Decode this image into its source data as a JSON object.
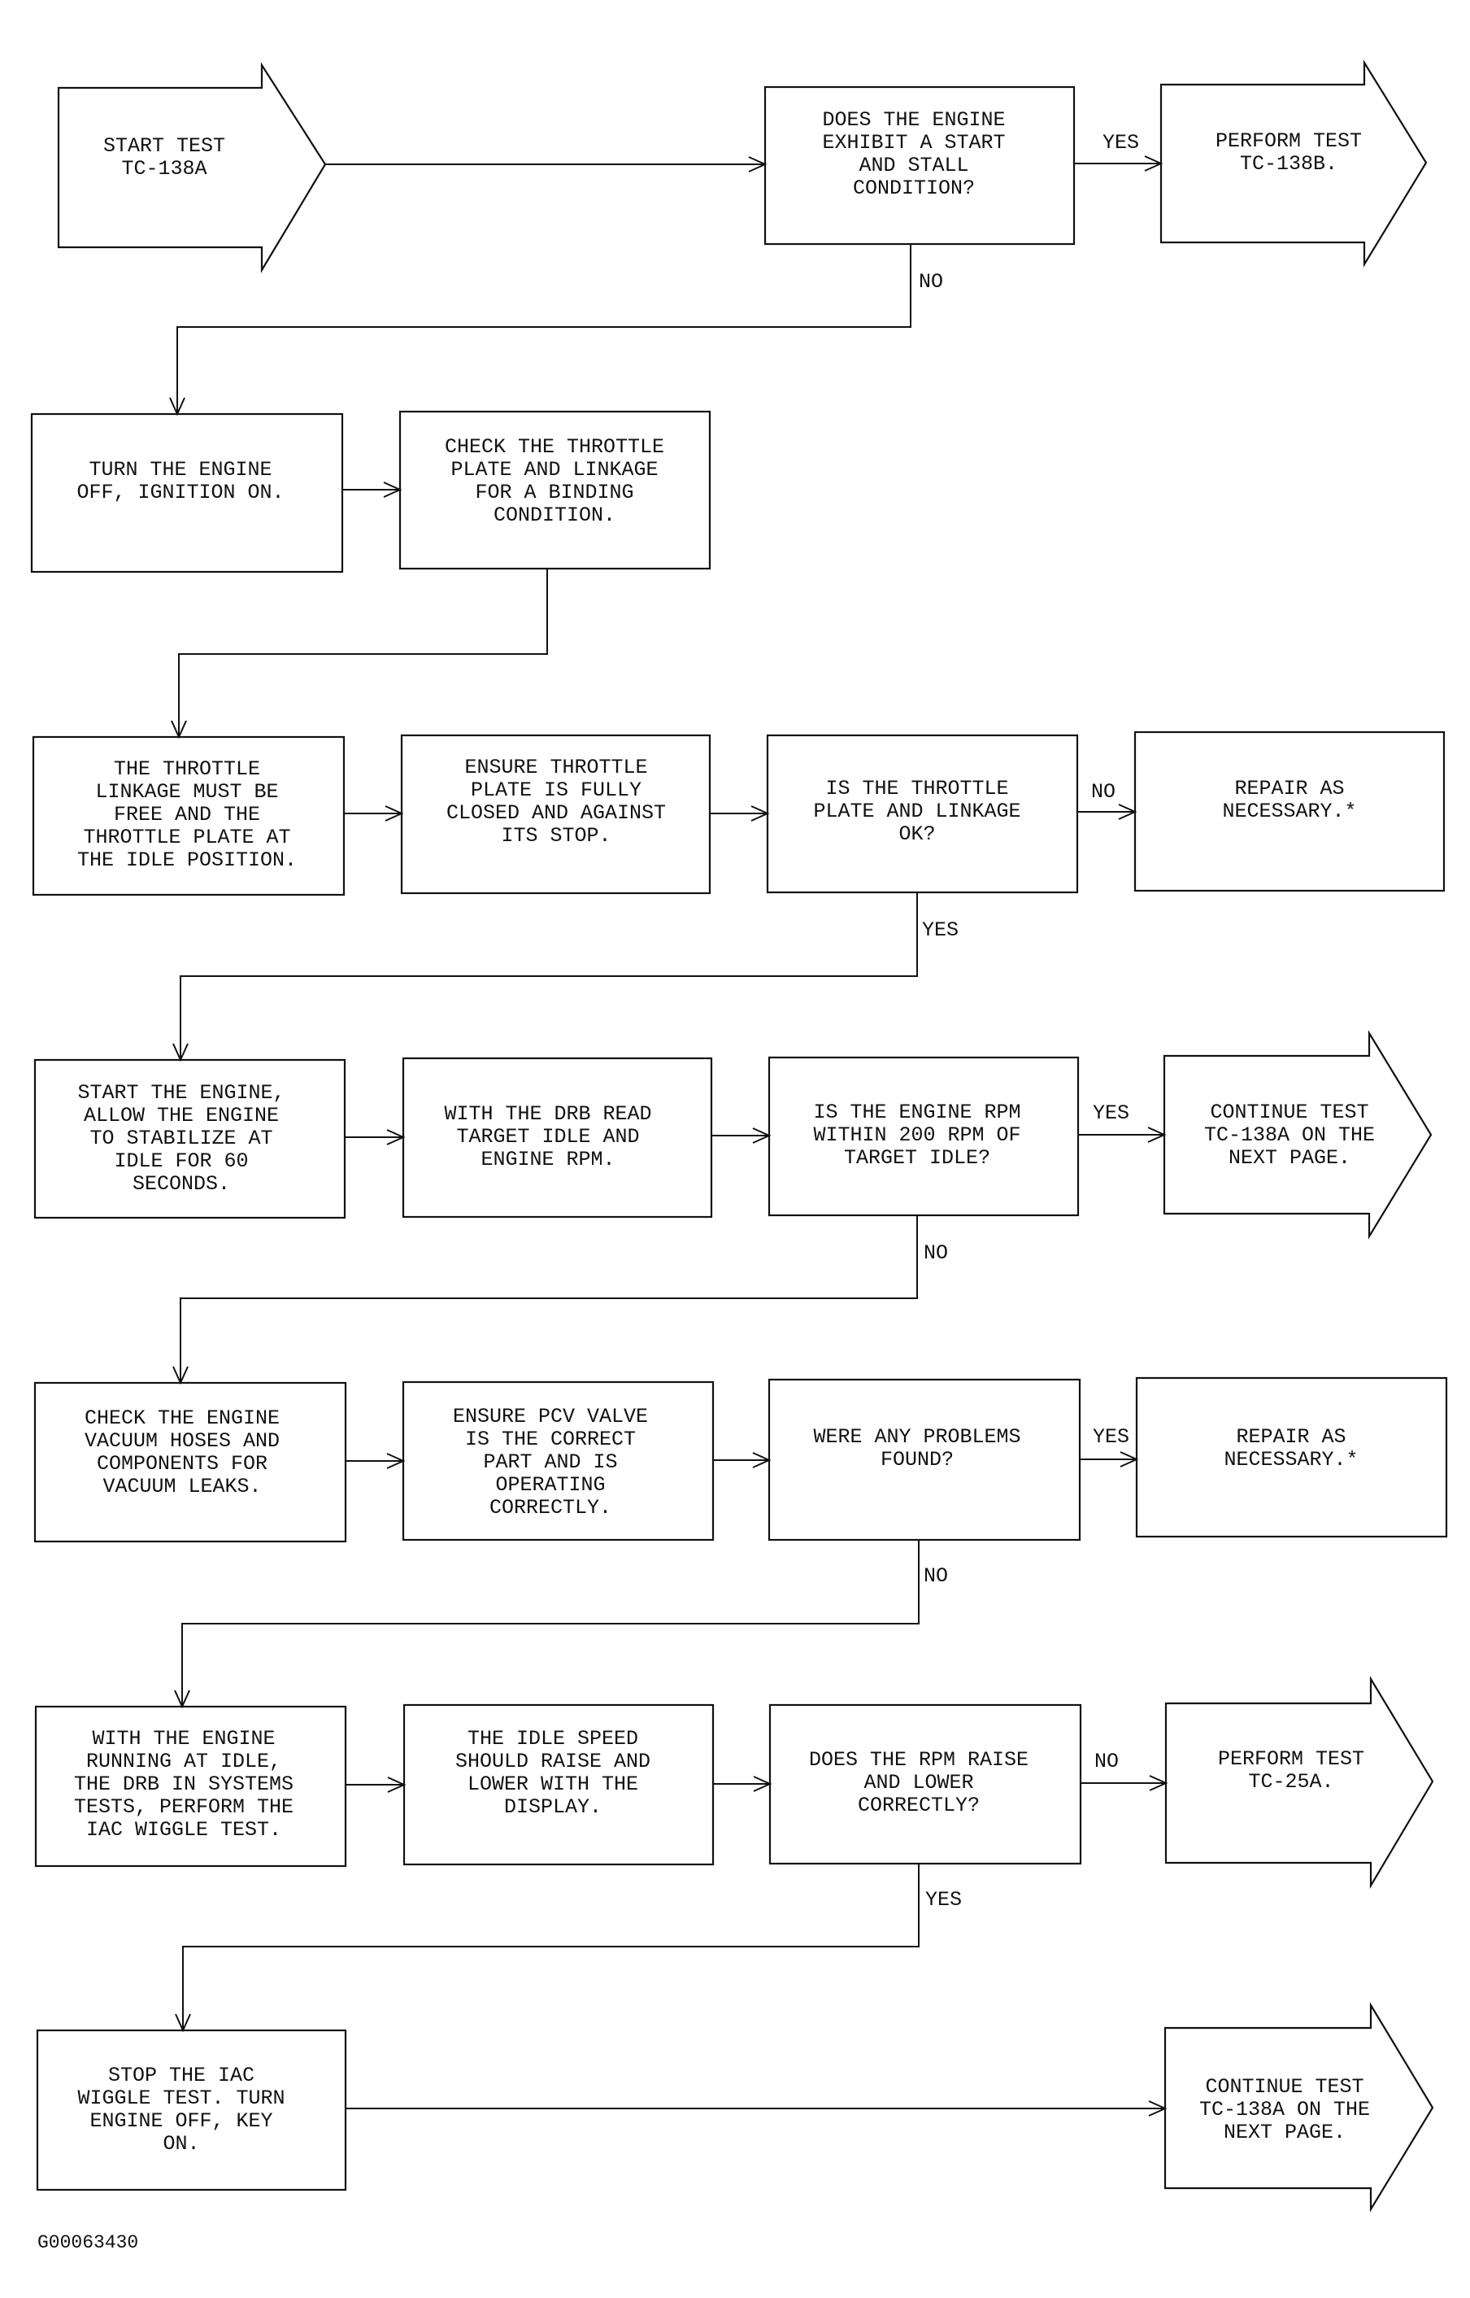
{
  "boxes": {
    "start": "START TEST\nTC-138A",
    "q_start_stall": "DOES THE ENGINE\nEXHIBIT A START\nAND STALL\nCONDITION?",
    "perform_138b": "PERFORM TEST\nTC-138B.",
    "engine_off": "TURN THE ENGINE\nOFF, IGNITION ON.",
    "check_throttle": "CHECK THE THROTTLE\nPLATE AND LINKAGE\nFOR A BINDING\nCONDITION.",
    "linkage_free": "THE THROTTLE\nLINKAGE MUST BE\nFREE AND THE\nTHROTTLE PLATE AT\nTHE IDLE POSITION.",
    "ensure_closed": "ENSURE THROTTLE\nPLATE IS FULLY\nCLOSED AND AGAINST\nITS STOP.",
    "q_throttle_ok": "IS THE THROTTLE\nPLATE AND LINKAGE\nOK?",
    "repair_1": "REPAIR AS\nNECESSARY.*",
    "start_engine": "START THE ENGINE,\nALLOW THE ENGINE\nTO STABILIZE AT\nIDLE FOR 60\nSECONDS.",
    "drb_read": "WITH THE DRB READ\nTARGET IDLE AND\nENGINE RPM.",
    "q_rpm_within": "IS THE ENGINE RPM\nWITHIN 200 RPM OF\nTARGET IDLE?",
    "continue_1": "CONTINUE TEST\nTC-138A ON THE\nNEXT PAGE.",
    "check_vacuum": "CHECK THE ENGINE\nVACUUM HOSES AND\nCOMPONENTS FOR\nVACUUM LEAKS.",
    "ensure_pcv": "ENSURE PCV VALVE\nIS THE CORRECT\nPART AND IS\nOPERATING\nCORRECTLY.",
    "q_problems": "WERE ANY PROBLEMS\nFOUND?",
    "repair_2": "REPAIR AS\nNECESSARY.*",
    "iac_wiggle": "WITH THE ENGINE\nRUNNING AT IDLE,\nTHE DRB IN SYSTEMS\nTESTS, PERFORM THE\nIAC WIGGLE TEST.",
    "idle_speed": "THE IDLE SPEED\nSHOULD RAISE AND\nLOWER WITH THE\nDISPLAY.",
    "q_rpm_raise": "DOES THE RPM RAISE\nAND LOWER\nCORRECTLY?",
    "perform_25a": "PERFORM TEST\nTC-25A.",
    "stop_iac": "STOP THE IAC\nWIGGLE TEST. TURN\nENGINE OFF, KEY\nON.",
    "continue_2": "CONTINUE TEST\nTC-138A ON THE\nNEXT PAGE."
  },
  "labels": {
    "q1_yes": "YES",
    "q1_no": "NO",
    "q2_no": "NO",
    "q2_yes": "YES",
    "q3_yes": "YES",
    "q3_no": "NO",
    "q4_yes": "YES",
    "q4_no": "NO",
    "q5_no": "NO",
    "q5_yes": "YES"
  },
  "figure_id": "G00063430"
}
